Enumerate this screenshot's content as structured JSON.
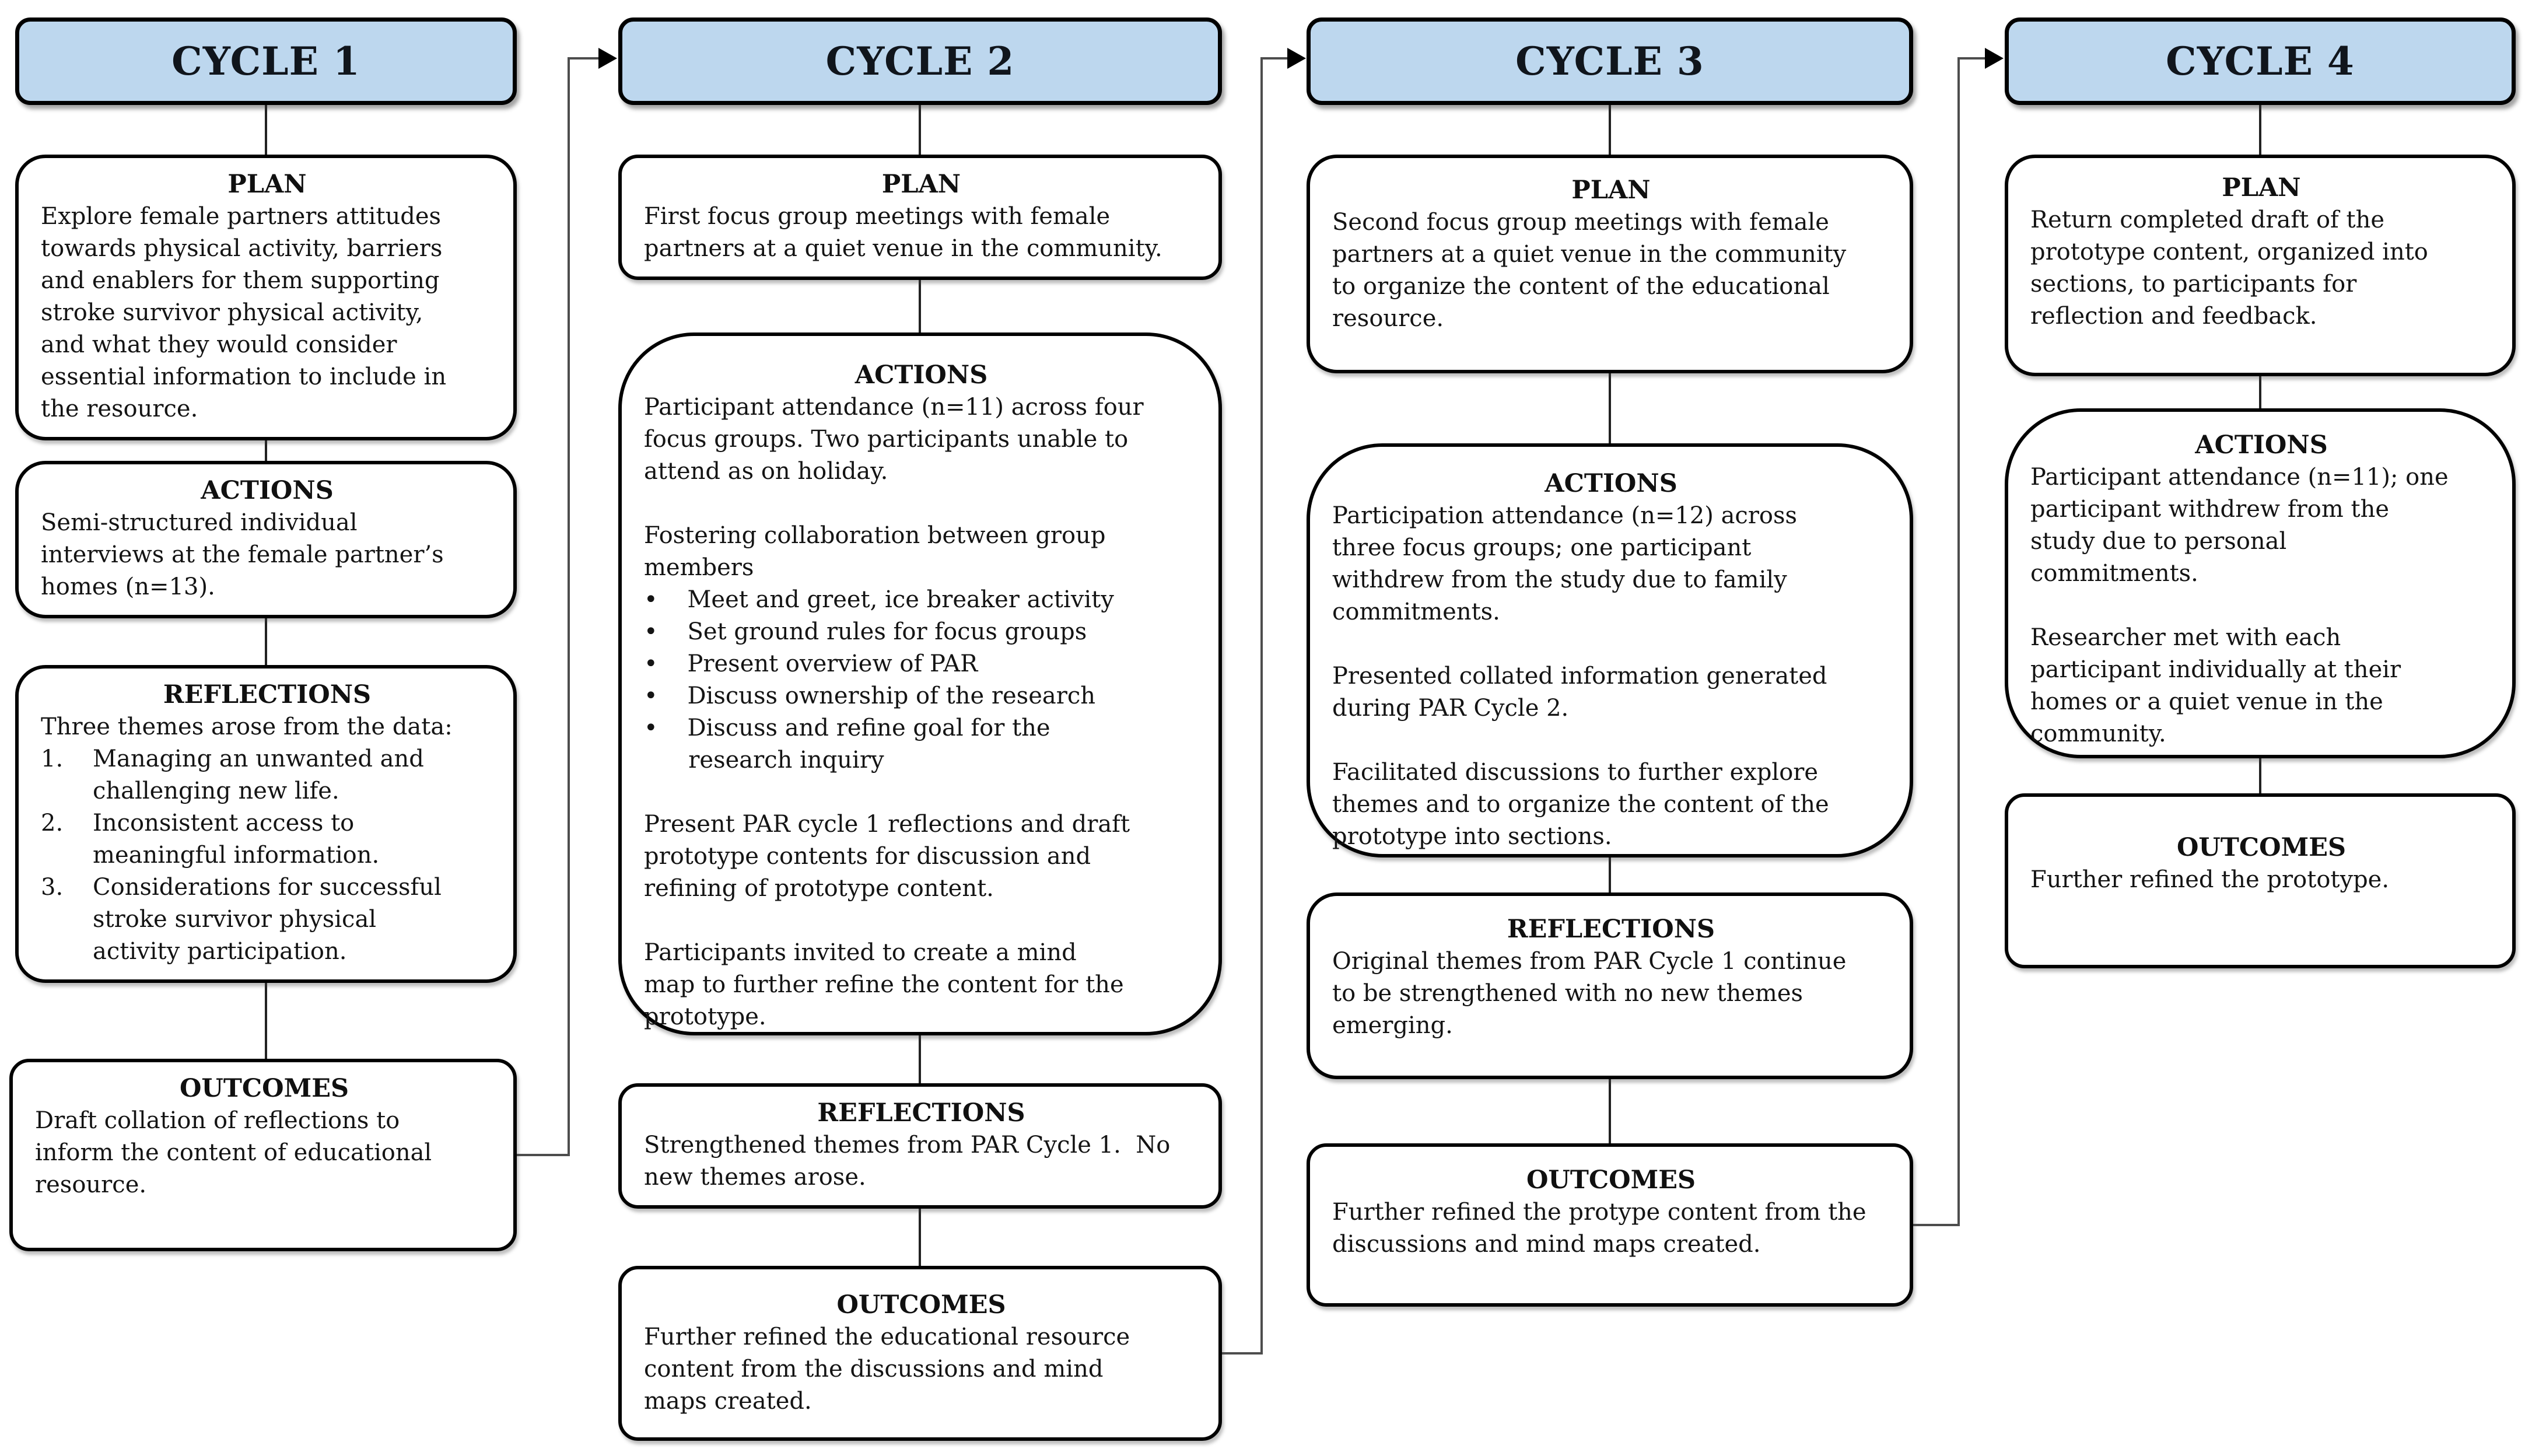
{
  "diagram": {
    "type": "flowchart",
    "colors": {
      "header_fill": "#BDD7EE",
      "box_fill": "#FFFFFF",
      "border": "#000000",
      "connector_line": "#4d4d4d"
    },
    "cycles": [
      {
        "id": "cycle-1",
        "title": "CYCLE 1",
        "boxes": [
          {
            "heading": "PLAN",
            "body": [
              "Explore female partners attitudes",
              "towards physical activity, barriers",
              "and enablers for them supporting",
              "stroke survivor physical activity,",
              "and what they would consider",
              "essential information to include in",
              "the resource."
            ]
          },
          {
            "heading": "ACTIONS",
            "body": [
              "Semi-structured individual",
              "interviews at the female partner’s",
              "homes (n=13)."
            ]
          },
          {
            "heading": "REFLECTIONS",
            "body": [
              "Three themes arose from the data:",
              "1.    Managing an unwanted and",
              "       challenging new life.",
              "2.    Inconsistent access to",
              "       meaningful information.",
              "3.    Considerations for successful",
              "       stroke survivor physical",
              "       activity participation."
            ]
          },
          {
            "heading": "OUTCOMES",
            "body": [
              "Draft collation of reflections to",
              "inform the content of educational",
              "resource."
            ]
          }
        ]
      },
      {
        "id": "cycle-2",
        "title": "CYCLE 2",
        "boxes": [
          {
            "heading": "PLAN",
            "body": [
              "First focus group meetings with female",
              "partners at a quiet venue in the community."
            ]
          },
          {
            "heading": "ACTIONS",
            "body": [
              "Participant attendance (n=11) across four",
              "focus groups. Two participants unable to",
              "attend as on holiday.",
              "",
              "Fostering collaboration between group",
              "members",
              "•    Meet and greet, ice breaker activity",
              "•    Set ground rules for focus groups",
              "•    Present overview of PAR",
              "•    Discuss ownership of the research",
              "•    Discuss and refine goal for the",
              "      research inquiry",
              "",
              "Present PAR cycle 1 reflections and draft",
              "prototype contents for discussion and",
              "refining of prototype content.",
              "",
              "Participants invited to create a mind",
              "map to further refine the content for the",
              "prototype."
            ]
          },
          {
            "heading": "REFLECTIONS",
            "body": [
              "Strengthened themes from PAR Cycle 1.  No",
              "new themes arose."
            ]
          },
          {
            "heading": "OUTCOMES",
            "body": [
              "Further refined the educational resource",
              "content from the discussions and mind",
              "maps created."
            ]
          }
        ]
      },
      {
        "id": "cycle-3",
        "title": "CYCLE 3",
        "boxes": [
          {
            "heading": "PLAN",
            "body": [
              "Second focus group meetings with female",
              "partners at a quiet venue in the community",
              "to organize the content of the educational",
              "resource."
            ]
          },
          {
            "heading": "ACTIONS",
            "body": [
              "Participation attendance (n=12) across",
              "three focus groups; one participant",
              "withdrew from the study due to family",
              "commitments.",
              "",
              "Presented collated information generated",
              "during PAR Cycle 2.",
              "",
              "Facilitated discussions to further explore",
              "themes and to organize the content of the",
              "prototype into sections."
            ]
          },
          {
            "heading": "REFLECTIONS",
            "body": [
              "Original themes from PAR Cycle 1 continue",
              "to be strengthened with no new themes",
              "emerging."
            ]
          },
          {
            "heading": "OUTCOMES",
            "body": [
              "Further refined the protype content from the",
              "discussions and mind maps created."
            ]
          }
        ]
      },
      {
        "id": "cycle-4",
        "title": "CYCLE 4",
        "boxes": [
          {
            "heading": "PLAN",
            "body": [
              "Return completed draft of the",
              "prototype content, organized into",
              "sections, to participants for",
              "reflection and feedback."
            ]
          },
          {
            "heading": "ACTIONS",
            "body": [
              "Participant attendance (n=11); one",
              "participant withdrew from the",
              "study due to personal",
              "commitments.",
              "",
              "Researcher met with each",
              "participant individually at their",
              "homes or a quiet venue in the",
              "community."
            ]
          },
          {
            "heading": "OUTCOMES",
            "body": [
              "Further refined the prototype."
            ]
          }
        ]
      }
    ],
    "connectors": [
      {
        "from": "cycle-1-outcomes",
        "to": "cycle-2-header",
        "style": "right-up-arrow"
      },
      {
        "from": "cycle-2-outcomes",
        "to": "cycle-3-header",
        "style": "right-up-arrow"
      },
      {
        "from": "cycle-3-outcomes",
        "to": "cycle-4-header",
        "style": "right-up-arrow"
      }
    ]
  }
}
